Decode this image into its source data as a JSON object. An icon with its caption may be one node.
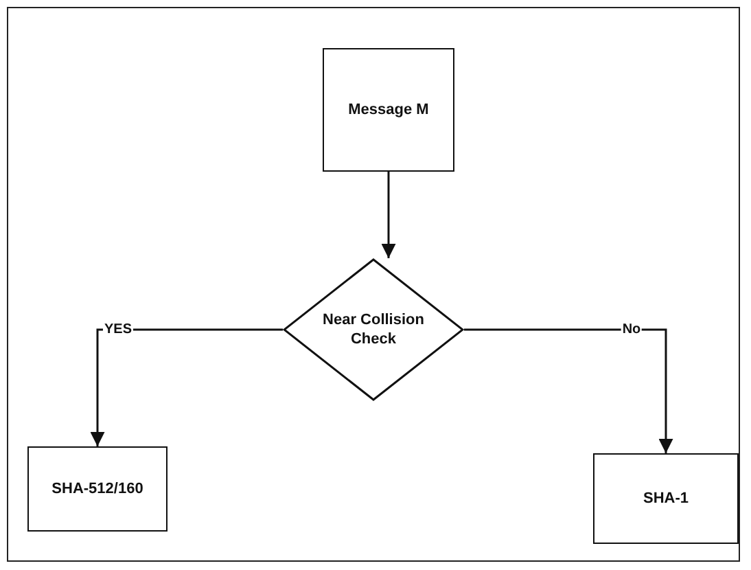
{
  "diagram": {
    "nodes": [
      {
        "text": [
          "Message M"
        ]
      },
      {
        "text": [
          "Near Collision Check"
        ]
      },
      {
        "text": [
          "SHA-512/160"
        ]
      },
      {
        "text": [
          "SHA-1"
        ]
      }
    ],
    "edges": [
      {
        "from": 0,
        "to": 1,
        "arrow": "to"
      },
      {
        "from": 1,
        "to": 2,
        "arrow": "to",
        "label": "YES"
      },
      {
        "from": 1,
        "to": 3,
        "arrow": "to",
        "label": "No"
      }
    ]
  }
}
